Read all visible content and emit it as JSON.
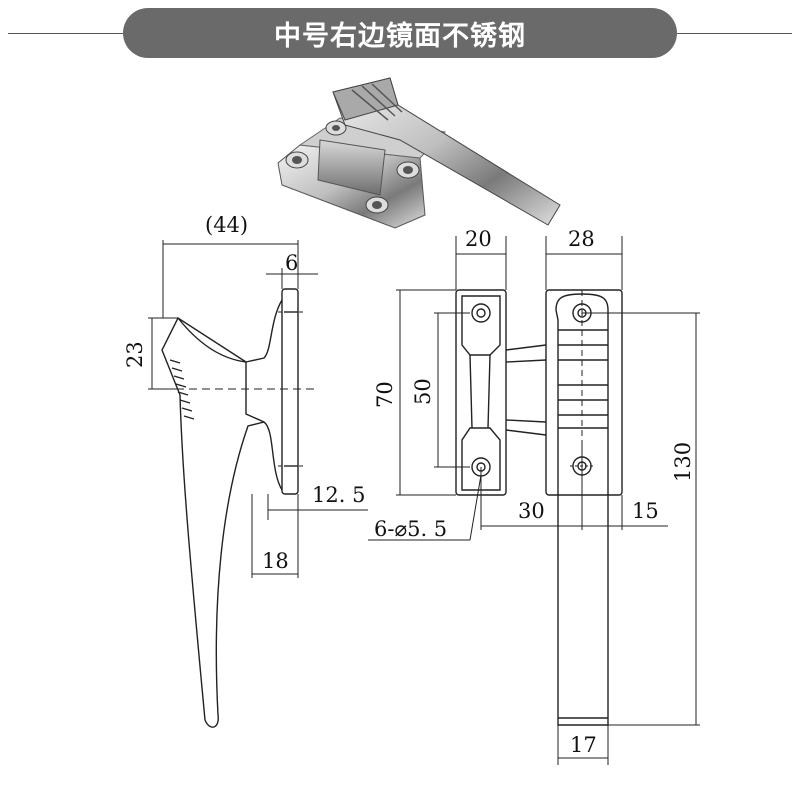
{
  "title": "中号右边镜面不锈钢",
  "dimensions": {
    "side_width": "(44)",
    "side_top": "6",
    "side_height": "23",
    "side_base": "12. 5",
    "side_bottom": "18",
    "front_plate_width": "20",
    "front_handle_width": "28",
    "front_plate_height": "70",
    "front_hole_spacing": "50",
    "front_offset": "30",
    "front_right": "15",
    "front_total_height": "130",
    "front_bottom": "17",
    "hole_spec": "6-⌀5. 5"
  }
}
